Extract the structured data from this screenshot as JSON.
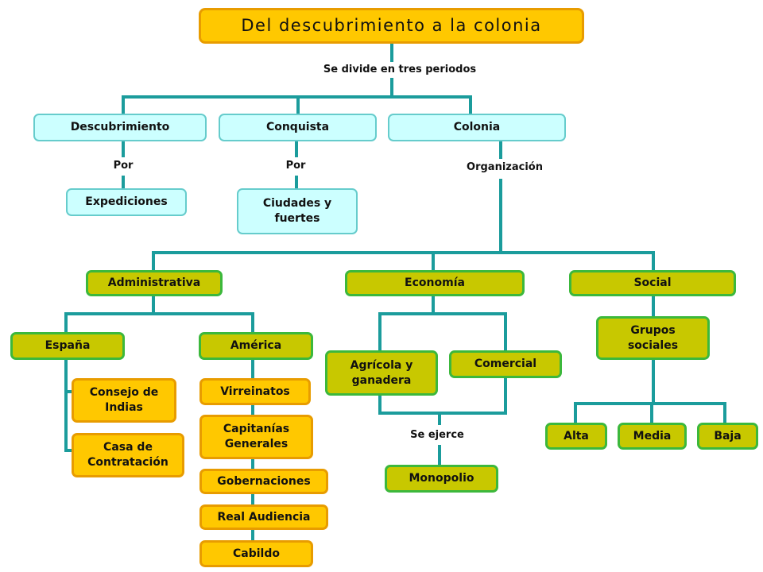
{
  "title": "Del descubrimiento a la colonia",
  "connectors": {
    "divide": "Se divide en tres periodos",
    "por_descubrimiento": "Por",
    "por_conquista": "Por",
    "organizacion": "Organización",
    "se_ejerce": "Se ejerce"
  },
  "periods": {
    "descubrimiento": {
      "label": "Descubrimiento",
      "child": "Expediciones"
    },
    "conquista": {
      "label": "Conquista",
      "child": "Ciudades y fuertes"
    },
    "colonia": {
      "label": "Colonia"
    }
  },
  "organizacion": {
    "administrativa": {
      "label": "Administrativa",
      "espana": {
        "label": "España",
        "items": [
          "Consejo de Indias",
          "Casa de Contratación"
        ]
      },
      "america": {
        "label": "América",
        "items": [
          "Virreinatos",
          "Capitanías Generales",
          "Gobernaciones",
          "Real Audiencia",
          "Cabildo"
        ]
      }
    },
    "economia": {
      "label": "Economía",
      "items": [
        "Agrícola y ganadera",
        "Comercial"
      ],
      "result": "Monopolio"
    },
    "social": {
      "label": "Social",
      "grupos": "Grupos sociales",
      "items": [
        "Alta",
        "Media",
        "Baja"
      ]
    }
  },
  "colors": {
    "connector": "#1b9c9c",
    "cyan_fill": "#ccffff",
    "cyan_border": "#66cccc",
    "green_fill": "#c8c800",
    "green_border": "#3cb83c",
    "orange_fill": "#ffc800",
    "orange_border": "#e89c00"
  }
}
